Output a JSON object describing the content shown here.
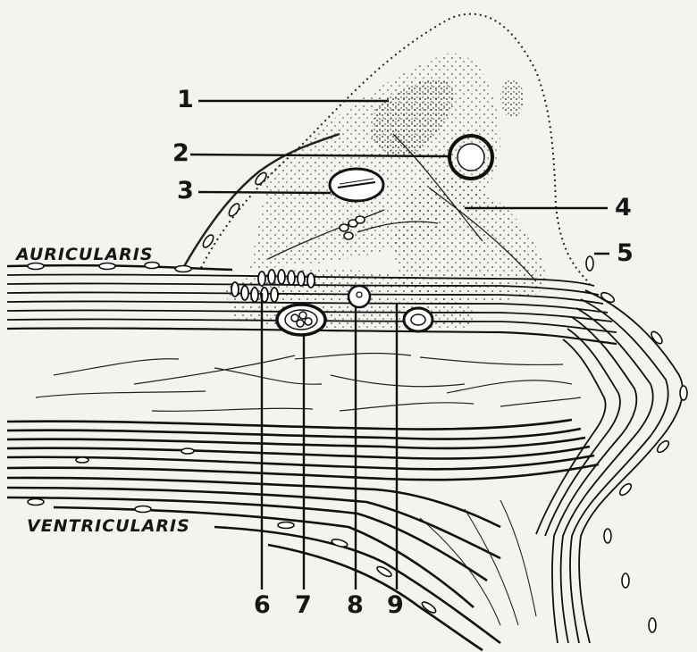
{
  "diagram": {
    "labels": {
      "top": [
        "1",
        "2",
        "3",
        "4",
        "5"
      ],
      "bottom": [
        "6",
        "7",
        "8",
        "9"
      ],
      "layers": [
        "AURICULARIS",
        "VENTRICULARIS"
      ]
    },
    "ink_color": "#161616",
    "paper_color": "#f4f3ee"
  }
}
